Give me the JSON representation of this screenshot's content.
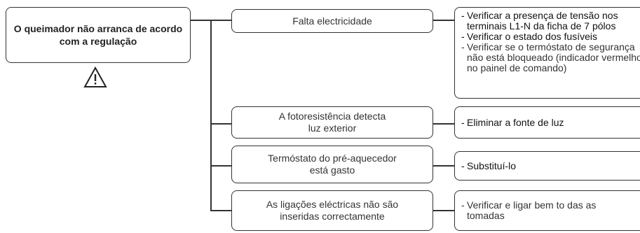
{
  "problem": {
    "title": "O queimador não arranca de acordo com a regulação"
  },
  "causes": [
    {
      "label": "Falta electricidade"
    },
    {
      "label": "A fotoresistência detecta luz exterior"
    },
    {
      "label": "Termóstato do pré-aquecedor está gasto"
    },
    {
      "label": "As ligações eléctricas não são inseridas correctamente"
    }
  ],
  "remedies": [
    {
      "items": [
        "Verificar a presença de tensão nos terminais L1-N da ficha de 7 pólos",
        "Verificar o estado dos fusíveis",
        "Verificar se o termóstato de segurança não está bloqueado (indicador vermelho no painel de comando)"
      ]
    },
    {
      "items": [
        "Eliminar a fonte de luz"
      ]
    },
    {
      "items": [
        "Substituí-lo"
      ]
    },
    {
      "items": [
        "Verificar e ligar bem to das as tomadas"
      ]
    }
  ],
  "icons": {
    "warning": "warning-triangle-icon"
  },
  "colors": {
    "line": "#333333",
    "text": "#222222"
  }
}
